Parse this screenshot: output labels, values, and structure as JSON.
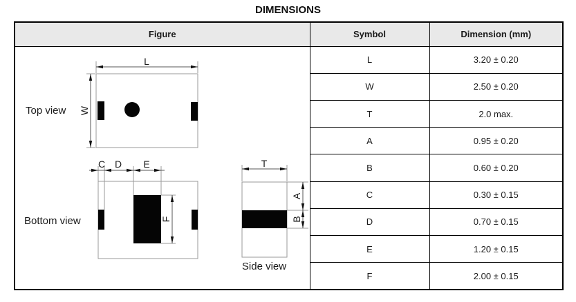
{
  "title": "DIMENSIONS",
  "table": {
    "header": {
      "figure": "Figure",
      "symbol": "Symbol",
      "dimension": "Dimension (mm)"
    },
    "rows": [
      {
        "symbol": "L",
        "dimension": "3.20 ± 0.20"
      },
      {
        "symbol": "W",
        "dimension": "2.50 ± 0.20"
      },
      {
        "symbol": "T",
        "dimension": "2.0 max."
      },
      {
        "symbol": "A",
        "dimension": "0.95 ± 0.20"
      },
      {
        "symbol": "B",
        "dimension": "0.60 ± 0.20"
      },
      {
        "symbol": "C",
        "dimension": "0.30 ± 0.15"
      },
      {
        "symbol": "D",
        "dimension": "0.70 ± 0.15"
      },
      {
        "symbol": "E",
        "dimension": "1.20 ± 0.15"
      },
      {
        "symbol": "F",
        "dimension": "2.00 ± 0.15"
      }
    ]
  },
  "figure": {
    "top_view": {
      "label": "Top view",
      "dim_l": "L",
      "dim_w": "W"
    },
    "bottom_view": {
      "label": "Bottom view",
      "dim_c": "C",
      "dim_d": "D",
      "dim_e": "E",
      "dim_f": "F"
    },
    "side_view": {
      "label": "Side view",
      "dim_t": "T",
      "dim_a": "A",
      "dim_b": "B"
    }
  },
  "colors": {
    "header_bg": "#e9e9e9",
    "table_border": "#000000",
    "figure_outline": "#9a9a9a",
    "dimension_line": "#555555",
    "arrow": "#111111",
    "pad_fill": "#050505",
    "text": "#1a1a1a"
  }
}
